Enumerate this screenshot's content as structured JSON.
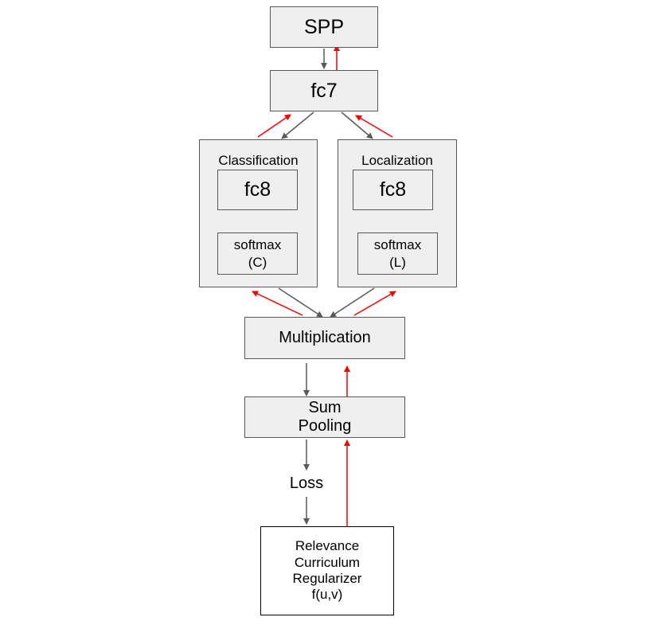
{
  "nodes": {
    "spp": "SPP",
    "fc7": "fc7",
    "classification_title": "Classification",
    "localization_title": "Localization",
    "fc8_classification": "fc8",
    "fc8_localization": "fc8",
    "softmax_c": "softmax\n(C)",
    "softmax_l": "softmax\n(L)",
    "multiplication": "Multiplication",
    "sum_pooling": "Sum\nPooling",
    "loss": "Loss",
    "regularizer": "Relevance\nCurriculum\nRegularizer\nf(u,v)"
  },
  "colors": {
    "forward_arrow": "#595959",
    "backward_arrow": "#ff0000",
    "box_fill": "#efefef",
    "box_border": "#595959"
  }
}
